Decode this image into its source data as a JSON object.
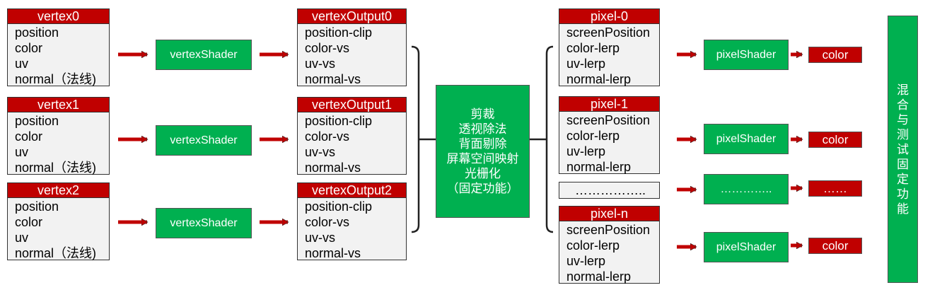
{
  "vertices": [
    {
      "name": "vertex0",
      "fields": [
        "position",
        "color",
        "uv",
        "normal（法线)"
      ]
    },
    {
      "name": "vertex1",
      "fields": [
        "position",
        "color",
        "uv",
        "normal（法线)"
      ]
    },
    {
      "name": "vertex2",
      "fields": [
        "position",
        "color",
        "uv",
        "normal（法线)"
      ]
    }
  ],
  "vertex_shader_label": "vertexShader",
  "vertex_outputs": [
    {
      "name": "vertexOutput0",
      "fields": [
        "position-clip",
        "color-vs",
        "uv-vs",
        "normal-vs"
      ]
    },
    {
      "name": "vertexOutput1",
      "fields": [
        "position-clip",
        "color-vs",
        "uv-vs",
        "normal-vs"
      ]
    },
    {
      "name": "vertexOutput2",
      "fields": [
        "position-clip",
        "color-vs",
        "uv-vs",
        "normal-vs"
      ]
    }
  ],
  "fixed_stage_lines": [
    "剪裁",
    "透视除法",
    "背面剔除",
    "屏幕空间映射",
    "光栅化",
    "（固定功能）"
  ],
  "pixels": [
    {
      "name": "pixel-0",
      "fields": [
        "screenPosition",
        "color-lerp",
        "uv-lerp",
        "normal-lerp"
      ]
    },
    {
      "name": "pixel-1",
      "fields": [
        "screenPosition",
        "color-lerp",
        "uv-lerp",
        "normal-lerp"
      ]
    },
    {
      "name": "pixel-n",
      "fields": [
        "screenPosition",
        "color-lerp",
        "uv-lerp",
        "normal-lerp"
      ]
    }
  ],
  "ellipsis_row": {
    "pixel": "……………..",
    "shader": "…………..",
    "color": "……"
  },
  "pixel_shader_label": "pixelShader",
  "color_label": "color",
  "blend_stage_chars": [
    "混",
    "合",
    "与",
    "测",
    "试",
    "固",
    "定",
    "功",
    "能"
  ],
  "colors": {
    "header_red": "#c00000",
    "stage_green": "#00b050",
    "box_gray": "#f2f2f2"
  }
}
